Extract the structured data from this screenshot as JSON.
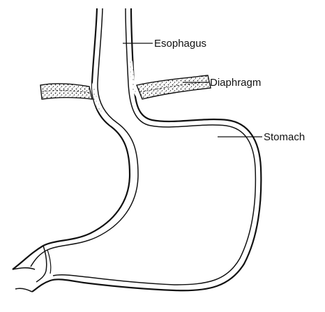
{
  "labels": {
    "esophagus": "Esophagus",
    "diaphragm": "Diaphragm",
    "stomach": "Stomach"
  },
  "colors": {
    "line": "#111111",
    "background": "#ffffff"
  }
}
